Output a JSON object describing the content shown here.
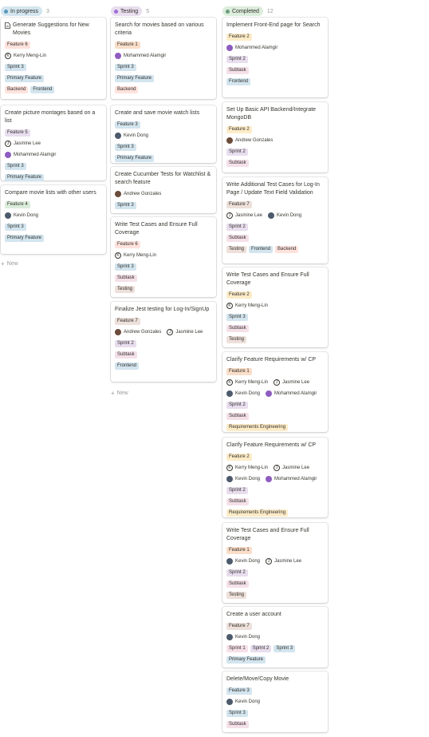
{
  "tag_colors": {
    "Feature 1": "#fadec9",
    "Feature 2": "#fdecc8",
    "Feature 3": "#d3e5ef",
    "Feature 4": "#dbeddb",
    "Feature 5": "#e8deee",
    "Feature 6": "#ffe2dd",
    "Feature 7": "#eee0da",
    "Sprint 1": "#f5e0e9",
    "Sprint 2": "#e8deee",
    "Sprint 3": "#d3e5ef",
    "Primary Feature": "#d3e5ef",
    "Backend": "#ffe2dd",
    "Frontend": "#d3e5ef",
    "Subtask": "#f5e0e9",
    "Testing": "#eee0da",
    "Requirements Engineering": "#fdecc8"
  },
  "columns": [
    {
      "name": "In progress",
      "count": "3",
      "pill_bg": "#d3e5ef",
      "dot": "#5b97bd",
      "new_label": "New",
      "cards": [
        {
          "title": "Generate Suggestions for New Movies",
          "doc_icon": true,
          "feature": "Feature 6",
          "people": [
            {
              "name": "Kerry Meng-Lin",
              "avatar": "outline",
              "initial": "K"
            }
          ],
          "tag_rows": [
            [
              "Sprint 3"
            ],
            [
              "Primary Feature"
            ],
            [
              "Backend",
              "Frontend"
            ]
          ]
        },
        {
          "title": "Create picture montages based on a list",
          "feature": "Feature 5",
          "people": [
            {
              "name": "Jasmine Lee",
              "avatar": "outline",
              "initial": "J"
            }
          ],
          "people2": [
            {
              "name": "Mohammed Alamgir",
              "avatar": "photo-purple",
              "initial": ""
            }
          ],
          "tag_rows": [
            [
              "Sprint 3"
            ],
            [
              "Primary Feature"
            ]
          ]
        },
        {
          "title": "Compare movie lists with other users",
          "feature": "Feature 4",
          "people": [
            {
              "name": "Kevin Dong",
              "avatar": "photo-blue",
              "initial": ""
            }
          ],
          "tag_rows": [
            [
              "Sprint 3"
            ],
            [
              "Primary Feature"
            ]
          ]
        }
      ]
    },
    {
      "name": "Testing",
      "count": "5",
      "pill_bg": "#e8deee",
      "dot": "#9a6dd7",
      "new_label": "New",
      "cards": [
        {
          "title": "Search for movies based on various criteria",
          "feature": "Feature 1",
          "people": [
            {
              "name": "Mohammed Alamgir",
              "avatar": "photo-purple",
              "initial": ""
            }
          ],
          "tag_rows": [
            [
              "Sprint 3"
            ],
            [
              "Primary Feature"
            ],
            [
              "Backend"
            ]
          ]
        },
        {
          "title": "Create and save movie watch lists",
          "feature": "Feature 3",
          "people": [
            {
              "name": "Kevin Dong",
              "avatar": "photo-blue",
              "initial": ""
            }
          ],
          "tag_rows": [
            [
              "Sprint 3"
            ],
            [
              "Primary Feature"
            ]
          ]
        },
        {
          "title": "Create Cucumber Tests for Watchlist & search feature",
          "feature": "",
          "people": [
            {
              "name": "Andrew Gonzales",
              "avatar": "photo-brown",
              "initial": ""
            }
          ],
          "tag_rows": [
            [
              "Sprint 3"
            ]
          ]
        },
        {
          "title": "Write Test Cases and Ensure Full Coverage",
          "feature": "Feature 6",
          "people": [
            {
              "name": "Kerry Meng-Lin",
              "avatar": "outline",
              "initial": "K"
            }
          ],
          "tag_rows": [
            [
              "Sprint 3"
            ],
            [
              "Subtask"
            ],
            [
              "Testing"
            ]
          ]
        },
        {
          "title": "Finalize Jest testing for Log-In/SignUp",
          "feature": "Feature 7",
          "people": [
            {
              "name": "Andrew Gonzales",
              "avatar": "photo-brown",
              "initial": ""
            },
            {
              "name": "Jasmine Lee",
              "avatar": "outline",
              "initial": "J"
            }
          ],
          "tag_rows": [
            [
              "Sprint 2"
            ],
            [
              "Subtask"
            ],
            [
              "Frontend"
            ]
          ]
        }
      ]
    },
    {
      "name": "Completed",
      "count": "12",
      "pill_bg": "#dbeddb",
      "dot": "#6c9b7d",
      "cards": [
        {
          "title": "Implement Front-End page for Search",
          "feature": "Feature 2",
          "people": [
            {
              "name": "Mohammed Alamgir",
              "avatar": "photo-purple",
              "initial": ""
            }
          ],
          "tag_rows": [
            [
              "Sprint 2"
            ],
            [
              "Subtask"
            ],
            [
              "Frontend"
            ]
          ]
        },
        {
          "title": "Set Up Basic API Backend/Integrate MongoDB",
          "feature": "Feature 2",
          "people": [
            {
              "name": "Andrew Gonzales",
              "avatar": "photo-brown",
              "initial": ""
            }
          ],
          "tag_rows": [
            [
              "Sprint 2"
            ],
            [
              "Subtask"
            ]
          ]
        },
        {
          "title": "Write Additional Test Cases for Log-In Page / Update Text Field Validation",
          "feature": "Feature 7",
          "people": [
            {
              "name": "Jasmine Lee",
              "avatar": "outline",
              "initial": "J"
            },
            {
              "name": "Kevin Dong",
              "avatar": "photo-blue",
              "initial": ""
            }
          ],
          "tag_rows": [
            [
              "Sprint 2"
            ],
            [
              "Subtask"
            ],
            [
              "Testing",
              "Frontend",
              "Backend"
            ]
          ]
        },
        {
          "title": "Write Test Cases and Ensure Full Coverage",
          "feature": "Feature 2",
          "people": [
            {
              "name": "Kerry Meng-Lin",
              "avatar": "outline",
              "initial": "K"
            }
          ],
          "tag_rows": [
            [
              "Sprint 3"
            ],
            [
              "Subtask"
            ],
            [
              "Testing"
            ]
          ]
        },
        {
          "title": "Clarify Feature Requirements w/ CP",
          "feature": "Feature 1",
          "people": [
            {
              "name": "Kerry Meng-Lin",
              "avatar": "outline",
              "initial": "K"
            },
            {
              "name": "Jasmine Lee",
              "avatar": "outline",
              "initial": "J"
            }
          ],
          "people2": [
            {
              "name": "Kevin Dong",
              "avatar": "photo-blue",
              "initial": ""
            },
            {
              "name": "Mohammed Alamgir",
              "avatar": "photo-purple",
              "initial": ""
            }
          ],
          "tag_rows": [
            [
              "Sprint 2"
            ],
            [
              "Subtask"
            ],
            [
              "Requirements Engineering"
            ]
          ]
        },
        {
          "title": "Clarify Feature Requirements w/ CP",
          "feature": "Feature 2",
          "people": [
            {
              "name": "Kerry Meng-Lin",
              "avatar": "outline",
              "initial": "K"
            },
            {
              "name": "Jasmine Lee",
              "avatar": "outline",
              "initial": "J"
            }
          ],
          "people2": [
            {
              "name": "Kevin Dong",
              "avatar": "photo-blue",
              "initial": ""
            },
            {
              "name": "Mohammed Alamgir",
              "avatar": "photo-purple",
              "initial": ""
            }
          ],
          "tag_rows": [
            [
              "Sprint 2"
            ],
            [
              "Subtask"
            ],
            [
              "Requirements Engineering"
            ]
          ]
        },
        {
          "title": "Write Test Cases and Ensure Full Coverage",
          "feature": "Feature 1",
          "people": [
            {
              "name": "Kevin Dong",
              "avatar": "photo-blue",
              "initial": ""
            },
            {
              "name": "Jasmine Lee",
              "avatar": "outline",
              "initial": "J"
            }
          ],
          "tag_rows": [
            [
              "Sprint 2"
            ],
            [
              "Subtask"
            ],
            [
              "Testing"
            ]
          ]
        },
        {
          "title": "Create a user account",
          "feature": "Feature 7",
          "people": [
            {
              "name": "Kevin Dong",
              "avatar": "photo-blue",
              "initial": ""
            }
          ],
          "tag_rows": [
            [
              "Sprint 1",
              "Sprint 2",
              "Sprint 3"
            ],
            [
              "Primary Feature"
            ]
          ]
        },
        {
          "title": "Delete/Move/Copy Movie",
          "feature": "Feature 3",
          "people": [
            {
              "name": "Kevin Dong",
              "avatar": "photo-blue",
              "initial": ""
            }
          ],
          "tag_rows": [
            [
              "Sprint 3"
            ],
            [
              "Subtask"
            ]
          ]
        }
      ]
    }
  ]
}
